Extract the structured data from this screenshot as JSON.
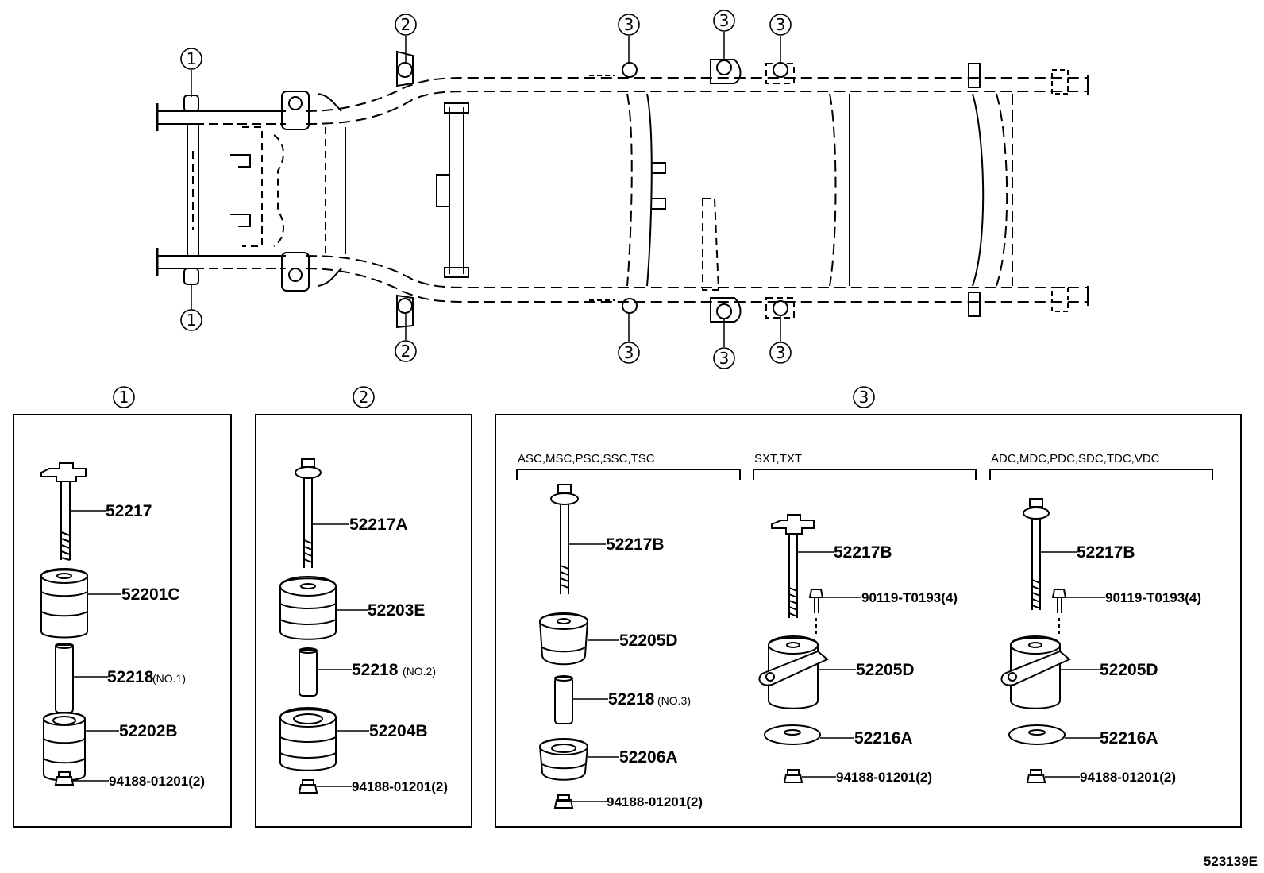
{
  "callouts": {
    "c1": "1",
    "c2": "2",
    "c3": "3"
  },
  "groups": {
    "g1": {
      "title": "1",
      "bolt": "52217",
      "upper_cushion": "52201C",
      "sleeve": "52218",
      "sleeve_note": "(NO.1)",
      "lower_cushion": "52202B",
      "nut": "94188-01201(2)"
    },
    "g2": {
      "title": "2",
      "bolt": "52217A",
      "upper_cushion": "52203E",
      "sleeve": "52218",
      "sleeve_note": "(NO.2)",
      "lower_cushion": "52204B",
      "nut": "94188-01201(2)"
    },
    "g3": {
      "title": "3",
      "variants": [
        {
          "models": "ASC,MSC,PSC,SSC,TSC",
          "bolt": "52217B",
          "upper_cushion": "52205D",
          "sleeve": "52218",
          "sleeve_note": "(NO.3)",
          "lower_cushion": "52206A",
          "nut": "94188-01201(2)"
        },
        {
          "models": "SXT,TXT",
          "bolt": "52217B",
          "screw": "90119-T0193(4)",
          "cushion": "52205D",
          "washer": "52216A",
          "nut": "94188-01201(2)"
        },
        {
          "models": "ADC,MDC,PDC,SDC,TDC,VDC",
          "bolt": "52217B",
          "screw": "90119-T0193(4)",
          "cushion": "52205D",
          "washer": "52216A",
          "nut": "94188-01201(2)"
        }
      ]
    }
  },
  "figure_id": "523139E"
}
